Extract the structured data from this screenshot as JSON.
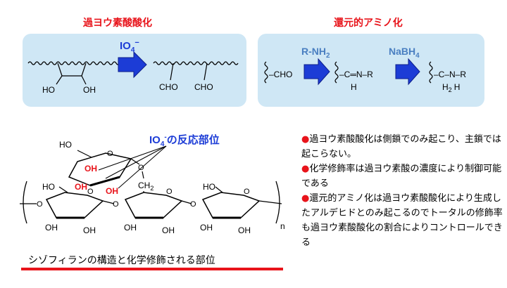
{
  "headings": {
    "periodate": "過ヨウ素酸酸化",
    "reductive": "還元的アミノ化"
  },
  "left_panel": {
    "reagent_main": "IO",
    "reagent_sub": "4",
    "reagent_sup": "−",
    "oh1": "HO",
    "oh2": "OH",
    "cho1": "CHO",
    "cho2": "CHO"
  },
  "right_panel": {
    "reagent1_main": "R-NH",
    "reagent1_sub": "2",
    "reagent2_main": "NaBH",
    "reagent2_sub": "4",
    "aldehyde": "–CHO",
    "imine": "–C═N–R",
    "imine_h": "H",
    "amine": "–C–N–R",
    "amine_h": "H",
    "amine_h2": "H"
  },
  "structure": {
    "site_main": "IO",
    "site_sub": "4",
    "site_sup": "-",
    "site_rest": "の反応部位",
    "ho_top": "HO",
    "oh_red1": "OH",
    "oh_red2": "OH",
    "oh_red3": "OH",
    "ch2": "CH",
    "ch2_sub": "2",
    "ho_left": "HO",
    "oh_l1": "OH",
    "oh_l2": "OH",
    "oh_m1": "OH",
    "oh_m2": "OH",
    "ho_right": "HO",
    "oh_r1": "OH",
    "oh_r2": "OH",
    "o1": "O",
    "o2": "O",
    "o3": "O",
    "o4": "O",
    "o5": "O",
    "o6": "O",
    "o7": "O",
    "o8": "O",
    "o9": "O",
    "o10": "O",
    "n_label": "n"
  },
  "caption": "シゾフィランの構造と化学修飾される部位",
  "bullets": [
    "過ヨウ素酸酸化は側鎖でのみ起こり、主鎖では起こらない。",
    "化学修飾率は過ヨウ素酸の濃度により制御可能である",
    "還元的アミノ化は過ヨウ素酸酸化により生成したアルデヒドとのみ起こるのでトータルの修飾率も過ヨウ素酸酸化の割合によりコントロールできる"
  ],
  "bullet_mark": "●",
  "colors": {
    "accent_red": "#e8141b",
    "reagent_blue": "#4a7fc1",
    "arrow_blue": "#1c3cd6",
    "panel_bg": "#cfe7f5"
  }
}
